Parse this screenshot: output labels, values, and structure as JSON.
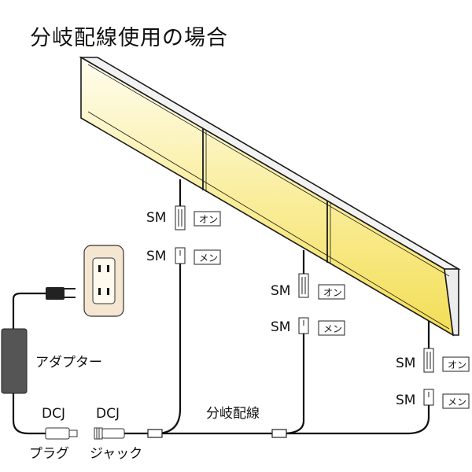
{
  "title": "分岐配線使用の場合",
  "labels": {
    "adapter": "アダプター",
    "dcj_plug_top": "DCJ",
    "dcj_plug_bottom": "プラグ",
    "dcj_jack_top": "DCJ",
    "dcj_jack_bottom": "ジャック",
    "branch_wiring": "分岐配線"
  },
  "connectors": [
    {
      "id": "light-1",
      "male": {
        "code": "SM",
        "gender": "オン"
      },
      "female": {
        "code": "SM",
        "gender": "メン"
      }
    },
    {
      "id": "light-2",
      "male": {
        "code": "SM",
        "gender": "オン"
      },
      "female": {
        "code": "SM",
        "gender": "メン"
      }
    },
    {
      "id": "light-3",
      "male": {
        "code": "SM",
        "gender": "オン"
      },
      "female": {
        "code": "SM",
        "gender": "メン"
      }
    }
  ],
  "colors": {
    "light_bright": "#fffdf0",
    "light_warm": "#f6e46a",
    "frame": "#1a1a1a",
    "outlet_plate": "#f4e6d0",
    "adapter_body": "#555555",
    "cable": "#111111"
  }
}
